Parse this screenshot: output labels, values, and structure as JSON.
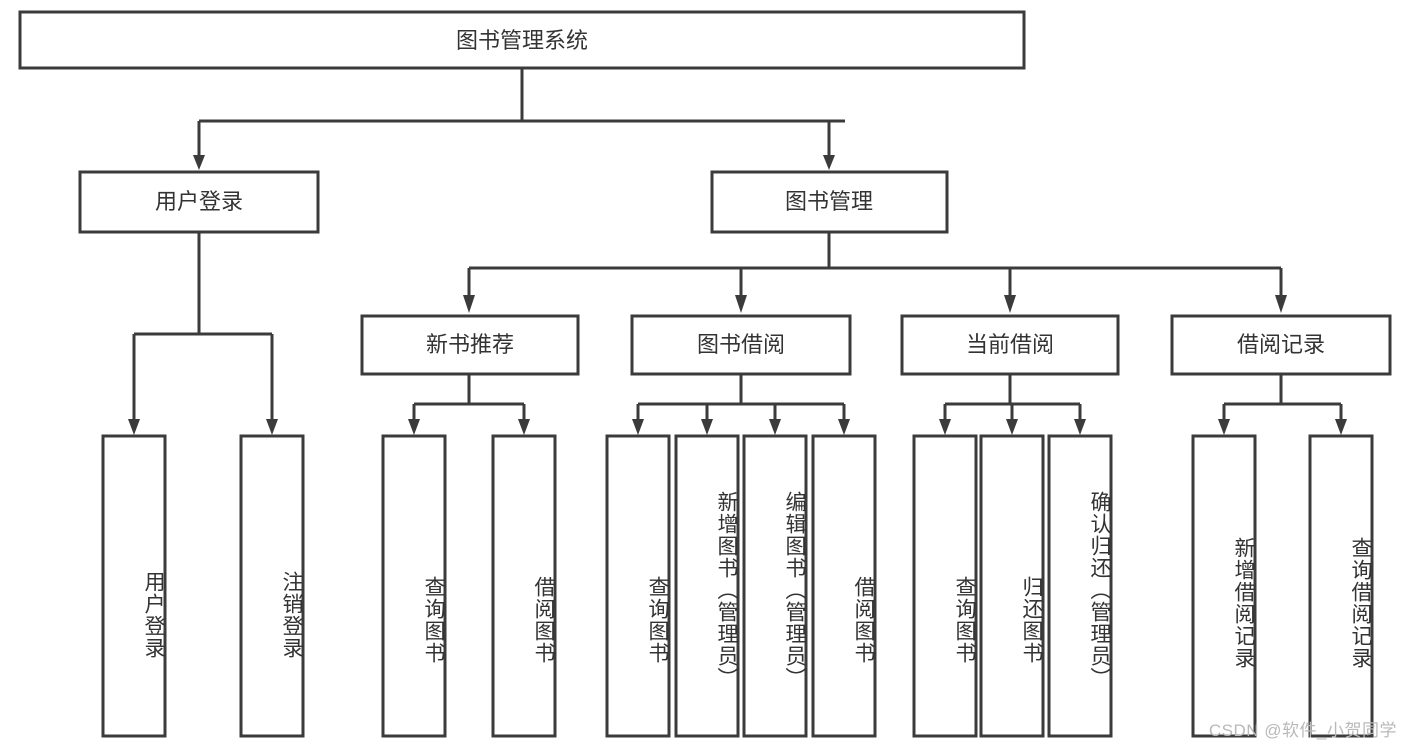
{
  "diagram": {
    "title": "图书管理系统",
    "type": "tree",
    "root": {
      "id": "root",
      "label": "图书管理系统",
      "orientation": "horizontal"
    },
    "level2": [
      {
        "id": "user-login",
        "label": "用户登录",
        "orientation": "horizontal"
      },
      {
        "id": "book-manage",
        "label": "图书管理",
        "orientation": "horizontal"
      }
    ],
    "level3": [
      {
        "id": "new-book-recommend",
        "label": "新书推荐",
        "orientation": "horizontal",
        "parent": "book-manage"
      },
      {
        "id": "book-borrow",
        "label": "图书借阅",
        "orientation": "horizontal",
        "parent": "book-manage"
      },
      {
        "id": "current-borrow",
        "label": "当前借阅",
        "orientation": "horizontal",
        "parent": "book-manage"
      },
      {
        "id": "borrow-record",
        "label": "借阅记录",
        "orientation": "horizontal",
        "parent": "book-manage"
      }
    ],
    "leaves": [
      {
        "id": "leaf-user-login",
        "label": "用户登录",
        "parent": "user-login",
        "orientation": "vertical"
      },
      {
        "id": "leaf-user-logout",
        "label": "注销登录",
        "parent": "user-login",
        "orientation": "vertical"
      },
      {
        "id": "leaf-query-book-1",
        "label": "查询图书",
        "parent": "new-book-recommend",
        "orientation": "vertical"
      },
      {
        "id": "leaf-borrow-book-1",
        "label": "借阅图书",
        "parent": "new-book-recommend",
        "orientation": "vertical"
      },
      {
        "id": "leaf-query-book-2",
        "label": "查询图书",
        "parent": "book-borrow",
        "orientation": "vertical"
      },
      {
        "id": "leaf-add-book",
        "label": "新增图书（管理员）",
        "parent": "book-borrow",
        "orientation": "vertical"
      },
      {
        "id": "leaf-edit-book",
        "label": "编辑图书（管理员）",
        "parent": "book-borrow",
        "orientation": "vertical"
      },
      {
        "id": "leaf-borrow-book-2",
        "label": "借阅图书",
        "parent": "book-borrow",
        "orientation": "vertical"
      },
      {
        "id": "leaf-query-book-3",
        "label": "查询图书",
        "parent": "current-borrow",
        "orientation": "vertical"
      },
      {
        "id": "leaf-return-book",
        "label": "归还图书",
        "parent": "current-borrow",
        "orientation": "vertical"
      },
      {
        "id": "leaf-confirm-return",
        "label": "确认归还（管理员）",
        "parent": "current-borrow",
        "orientation": "vertical"
      },
      {
        "id": "leaf-add-record",
        "label": "新增借阅记录",
        "parent": "borrow-record",
        "orientation": "vertical"
      },
      {
        "id": "leaf-query-record",
        "label": "查询借阅记录",
        "parent": "borrow-record",
        "orientation": "vertical"
      }
    ]
  },
  "watermark": {
    "text": "CSDN @软件_小贺同学"
  },
  "colors": {
    "stroke": "#3b3b3b",
    "fill": "#ffffff",
    "text": "#333333",
    "watermark": "#b9b9b9"
  }
}
